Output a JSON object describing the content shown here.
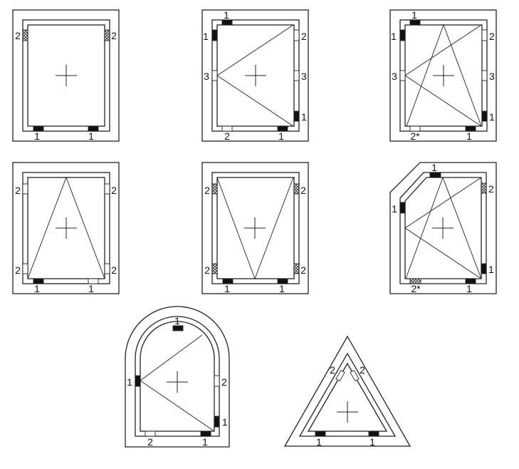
{
  "title": "Window hardware placement diagrams",
  "colors": {
    "line": "#222222",
    "block": "#111111",
    "background": "#ffffff"
  },
  "panels": [
    {
      "name": "fixed-rect",
      "labels": [
        "2",
        "2",
        "1",
        "1"
      ]
    },
    {
      "name": "turn-rect",
      "labels": [
        "1",
        "1",
        "3",
        "2",
        "3",
        "1",
        "2",
        "1"
      ]
    },
    {
      "name": "tilt-turn-rect",
      "labels": [
        "1",
        "1",
        "3",
        "2",
        "3",
        "1",
        "2*",
        "1"
      ]
    },
    {
      "name": "tilt-rect",
      "labels": [
        "2",
        "2",
        "2",
        "2",
        "1",
        "1"
      ]
    },
    {
      "name": "hopper-rect",
      "labels": [
        "2",
        "2",
        "2",
        "2",
        "1",
        "1"
      ]
    },
    {
      "name": "tilt-turn-chamfered",
      "labels": [
        "1",
        "1",
        "2",
        "1",
        "2*",
        "1"
      ]
    },
    {
      "name": "turn-arched",
      "labels": [
        "1",
        "1",
        "2",
        "1",
        "2",
        "1"
      ]
    },
    {
      "name": "fixed-triangle",
      "labels": [
        "2",
        "2",
        "1",
        "1"
      ]
    }
  ]
}
